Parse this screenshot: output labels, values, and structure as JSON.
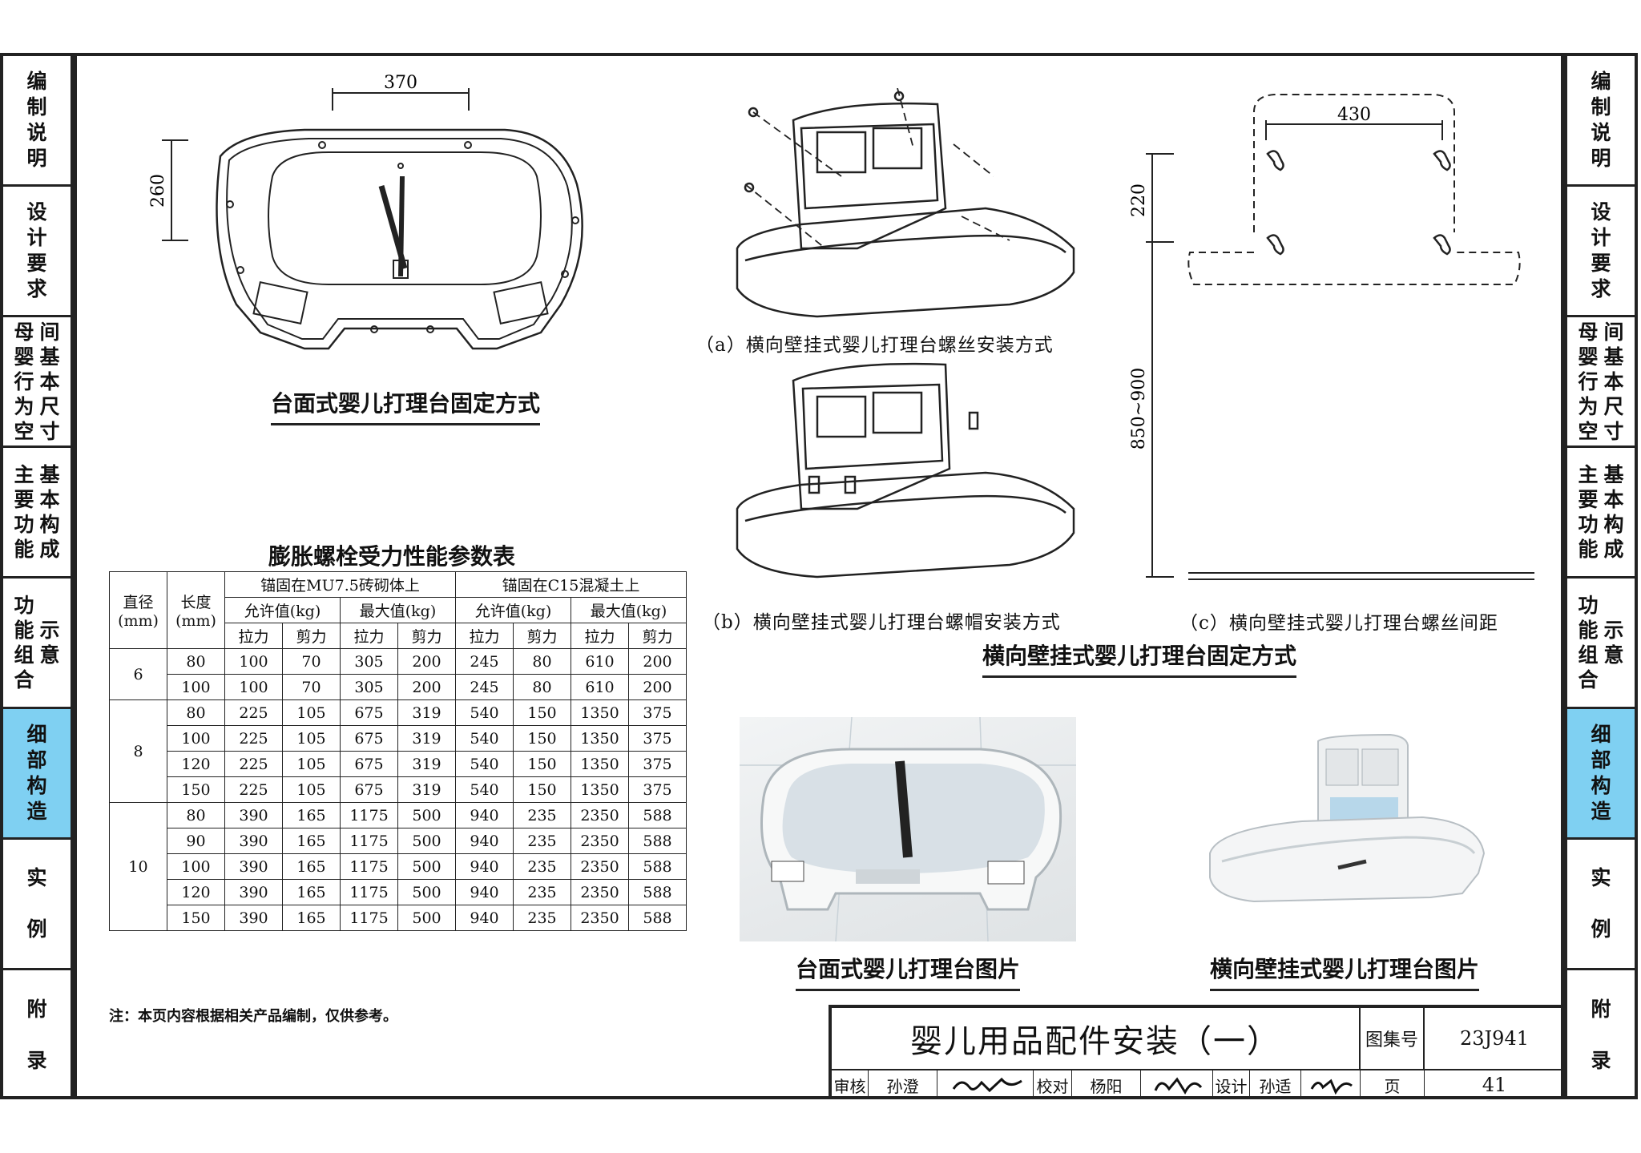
{
  "sidebar": {
    "items": [
      {
        "label": "编\n制\n说\n明"
      },
      {
        "label": "设\n计\n要\n求"
      },
      {
        "col_a": "母婴行为空",
        "col_b": "间基本尺寸"
      },
      {
        "col_a": "主要功能",
        "col_b": "基本构成"
      },
      {
        "col_a": "功能组合",
        "col_b": "示意"
      },
      {
        "label": "细\n部\n构\n造",
        "active": true
      },
      {
        "label": "实\n\n例"
      },
      {
        "label": "附\n\n录"
      }
    ]
  },
  "diagrams": {
    "countertop": {
      "dim_width": "370",
      "dim_height": "260",
      "caption": "台面式婴儿打理台固定方式"
    },
    "wall_a_caption": "（a）横向壁挂式婴儿打理台螺丝安装方式",
    "wall_b_caption": "（b）横向壁挂式婴儿打理台螺帽安装方式",
    "wall_c": {
      "caption": "（c）横向壁挂式婴儿打理台螺丝间距",
      "dim_430": "430",
      "dim_220": "220",
      "dim_850_900": "850~900"
    },
    "wall_caption": "横向壁挂式婴儿打理台固定方式"
  },
  "table": {
    "title": "膨胀螺栓受力性能参数表",
    "header": {
      "diameter": "直径\n(mm)",
      "length": "长度\n(mm)",
      "group_masonry": "锚固在MU7.5砖砌体上",
      "group_concrete": "锚固在C15混凝土上",
      "allowable": "允许值(kg)",
      "max": "最大值(kg)",
      "tension": "拉力",
      "shear": "剪力"
    },
    "groups": [
      {
        "diameter": "6",
        "rows": [
          [
            "80",
            "100",
            "70",
            "305",
            "200",
            "245",
            "80",
            "610",
            "200"
          ],
          [
            "100",
            "100",
            "70",
            "305",
            "200",
            "245",
            "80",
            "610",
            "200"
          ]
        ]
      },
      {
        "diameter": "8",
        "rows": [
          [
            "80",
            "225",
            "105",
            "675",
            "319",
            "540",
            "150",
            "1350",
            "375"
          ],
          [
            "100",
            "225",
            "105",
            "675",
            "319",
            "540",
            "150",
            "1350",
            "375"
          ],
          [
            "120",
            "225",
            "105",
            "675",
            "319",
            "540",
            "150",
            "1350",
            "375"
          ],
          [
            "150",
            "225",
            "105",
            "675",
            "319",
            "540",
            "150",
            "1350",
            "375"
          ]
        ]
      },
      {
        "diameter": "10",
        "rows": [
          [
            "80",
            "390",
            "165",
            "1175",
            "500",
            "940",
            "235",
            "2350",
            "588"
          ],
          [
            "90",
            "390",
            "165",
            "1175",
            "500",
            "940",
            "235",
            "2350",
            "588"
          ],
          [
            "100",
            "390",
            "165",
            "1175",
            "500",
            "940",
            "235",
            "2350",
            "588"
          ],
          [
            "120",
            "390",
            "165",
            "1175",
            "500",
            "940",
            "235",
            "2350",
            "588"
          ],
          [
            "150",
            "390",
            "165",
            "1175",
            "500",
            "940",
            "235",
            "2350",
            "588"
          ]
        ]
      }
    ]
  },
  "photos": {
    "countertop_caption": "台面式婴儿打理台图片",
    "wall_caption": "横向壁挂式婴儿打理台图片"
  },
  "note": "注：本页内容根据相关产品编制，仅供参考。",
  "title_block": {
    "title": "婴儿用品配件安装（一）",
    "atlas_label": "图集号",
    "atlas_no": "23J941",
    "review_label": "审核",
    "reviewer": "孙澄",
    "check_label": "校对",
    "checker": "杨阳",
    "design_label": "设计",
    "designer": "孙适",
    "page_label": "页",
    "page_no": "41"
  }
}
